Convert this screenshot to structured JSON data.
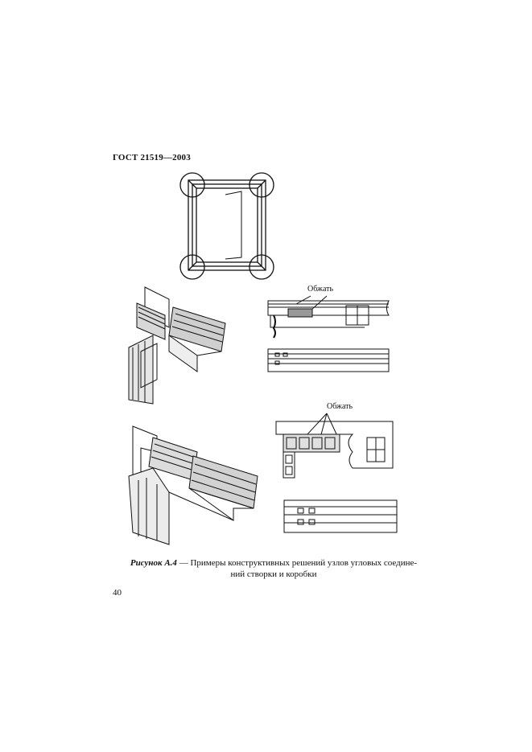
{
  "document": {
    "header": "ГОСТ 21519—2003",
    "callout_1": "Обжать",
    "callout_2": "Обжать",
    "caption_label": "Рисунок А.4",
    "caption_dash": " — ",
    "caption_line1": "Примеры конструктивных решений узлов угловых соедине-",
    "caption_line2": "ний створки и коробки",
    "page_number": "40"
  },
  "colors": {
    "ink": "#111111",
    "paper": "#ffffff"
  }
}
